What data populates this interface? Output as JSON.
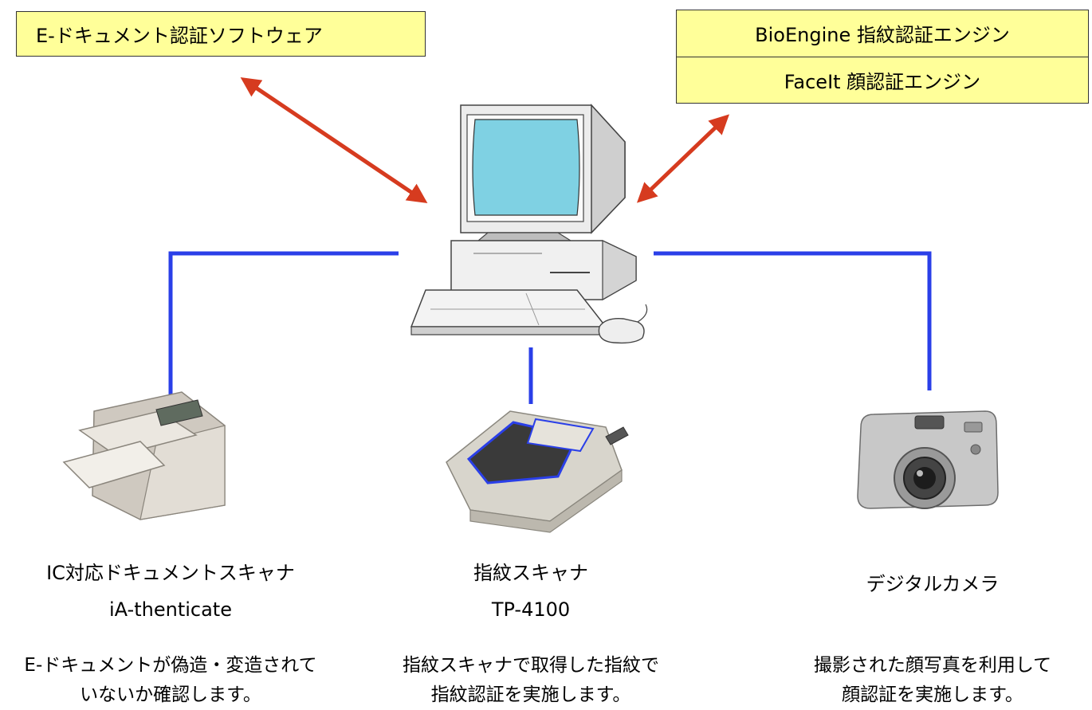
{
  "software_box": {
    "label": "E-ドキュメント認証ソフトウェア"
  },
  "engine_box": {
    "fingerprint_engine": "BioEngine 指紋認証エンジン",
    "face_engine": "FaceIt 顔認証エンジン"
  },
  "devices": [
    {
      "name": "IC対応ドキュメントスキャナ",
      "model": "iA-thenticate",
      "desc_line1": "E-ドキュメントが偽造・変造されて",
      "desc_line2": "いないか確認します。"
    },
    {
      "name": "指紋スキャナ",
      "model": "TP-4100",
      "desc_line1": "指紋スキャナで取得した指紋で",
      "desc_line2": "指紋認証を実施します。"
    },
    {
      "name": "デジタルカメラ",
      "model": "",
      "desc_line1": "撮影された顔写真を利用して",
      "desc_line2": "顔認証を実施します。"
    }
  ],
  "colors": {
    "box_fill": "#ffff99",
    "arrow": "#d63b1f",
    "connector": "#2a3fe8",
    "monitor_screen": "#7fd1e3"
  },
  "icons": [
    "computer-icon",
    "document-scanner-icon",
    "fingerprint-scanner-icon",
    "digital-camera-icon"
  ]
}
